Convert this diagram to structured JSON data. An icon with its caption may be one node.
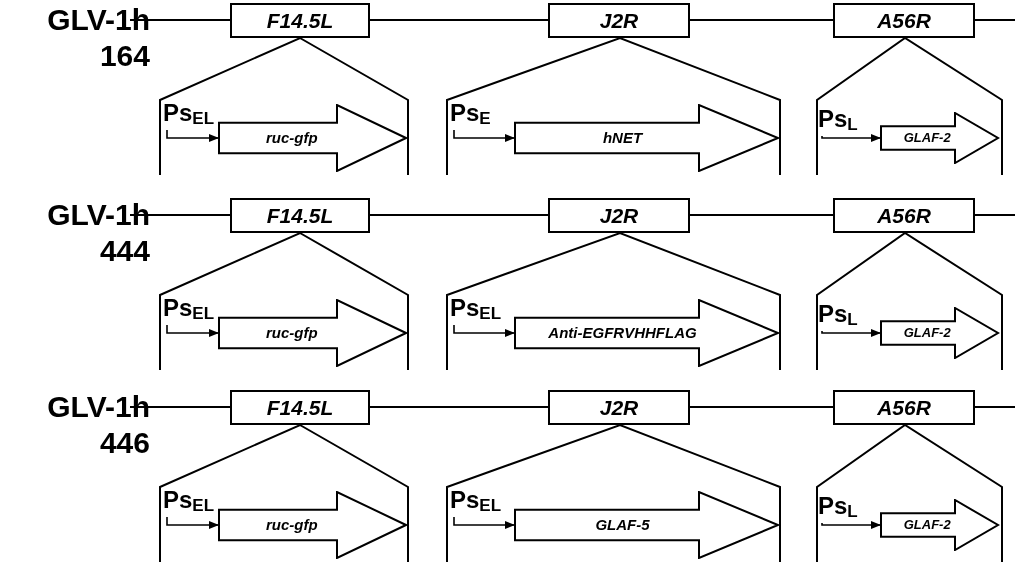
{
  "diagram": {
    "nodes": [
      {
        "text": [
          "F14.5L"
        ]
      },
      {
        "text": [
          "J2R"
        ]
      },
      {
        "text": [
          "A56R"
        ]
      },
      {
        "text": [
          "Ps$_{EL}$"
        ]
      },
      {
        "text": [
          "ruc-gfp"
        ]
      },
      {
        "text": [
          "Ps$_{E}$"
        ]
      },
      {
        "text": [
          "hNET"
        ]
      },
      {
        "text": [
          "Ps$_{L}$"
        ]
      },
      {
        "text": [
          "GLAF-2"
        ]
      },
      {
        "text": [
          "F14.5L"
        ]
      },
      {
        "text": [
          "J2R"
        ]
      },
      {
        "text": [
          "A56R"
        ]
      },
      {
        "text": [
          "Ps$_{EL}$"
        ]
      },
      {
        "text": [
          "ruc-gfp"
        ]
      },
      {
        "text": [
          "Ps$_{EL}$"
        ]
      },
      {
        "text": [
          "Anti-EGFRVHHFLAG"
        ]
      },
      {
        "text": [
          "Ps$_{L}$"
        ]
      },
      {
        "text": [
          "GLAF-2"
        ]
      },
      {
        "text": [
          "F14.5L"
        ]
      },
      {
        "text": [
          "J2R"
        ]
      },
      {
        "text": [
          "A56R"
        ]
      },
      {
        "text": [
          "Ps$_{EL}$"
        ]
      },
      {
        "text": [
          "ruc-gfp"
        ]
      },
      {
        "text": [
          "Ps$_{EL}$"
        ]
      },
      {
        "text": [
          "GLAF-5"
        ]
      },
      {
        "text": [
          "Ps$_{L}$"
        ]
      },
      {
        "text": [
          "GLAF-2"
        ]
      }
    ],
    "edges": [
      {
        "from": 3,
        "to": 4,
        "arrow": "to"
      },
      {
        "from": 5,
        "to": 6,
        "arrow": "to"
      },
      {
        "from": 7,
        "to": 8,
        "arrow": "to"
      },
      {
        "from": 12,
        "to": 13,
        "arrow": "to"
      },
      {
        "from": 14,
        "to": 15,
        "arrow": "to"
      },
      {
        "from": 16,
        "to": 17,
        "arrow": "to"
      },
      {
        "from": 21,
        "to": 22,
        "arrow": "to"
      },
      {
        "from": 23,
        "to": 24,
        "arrow": "to"
      },
      {
        "from": 25,
        "to": 26,
        "arrow": "to"
      }
    ],
    "labels": [
      "GLV-1h 164",
      "GLV-1h 444",
      "GLV-1h 446"
    ]
  }
}
